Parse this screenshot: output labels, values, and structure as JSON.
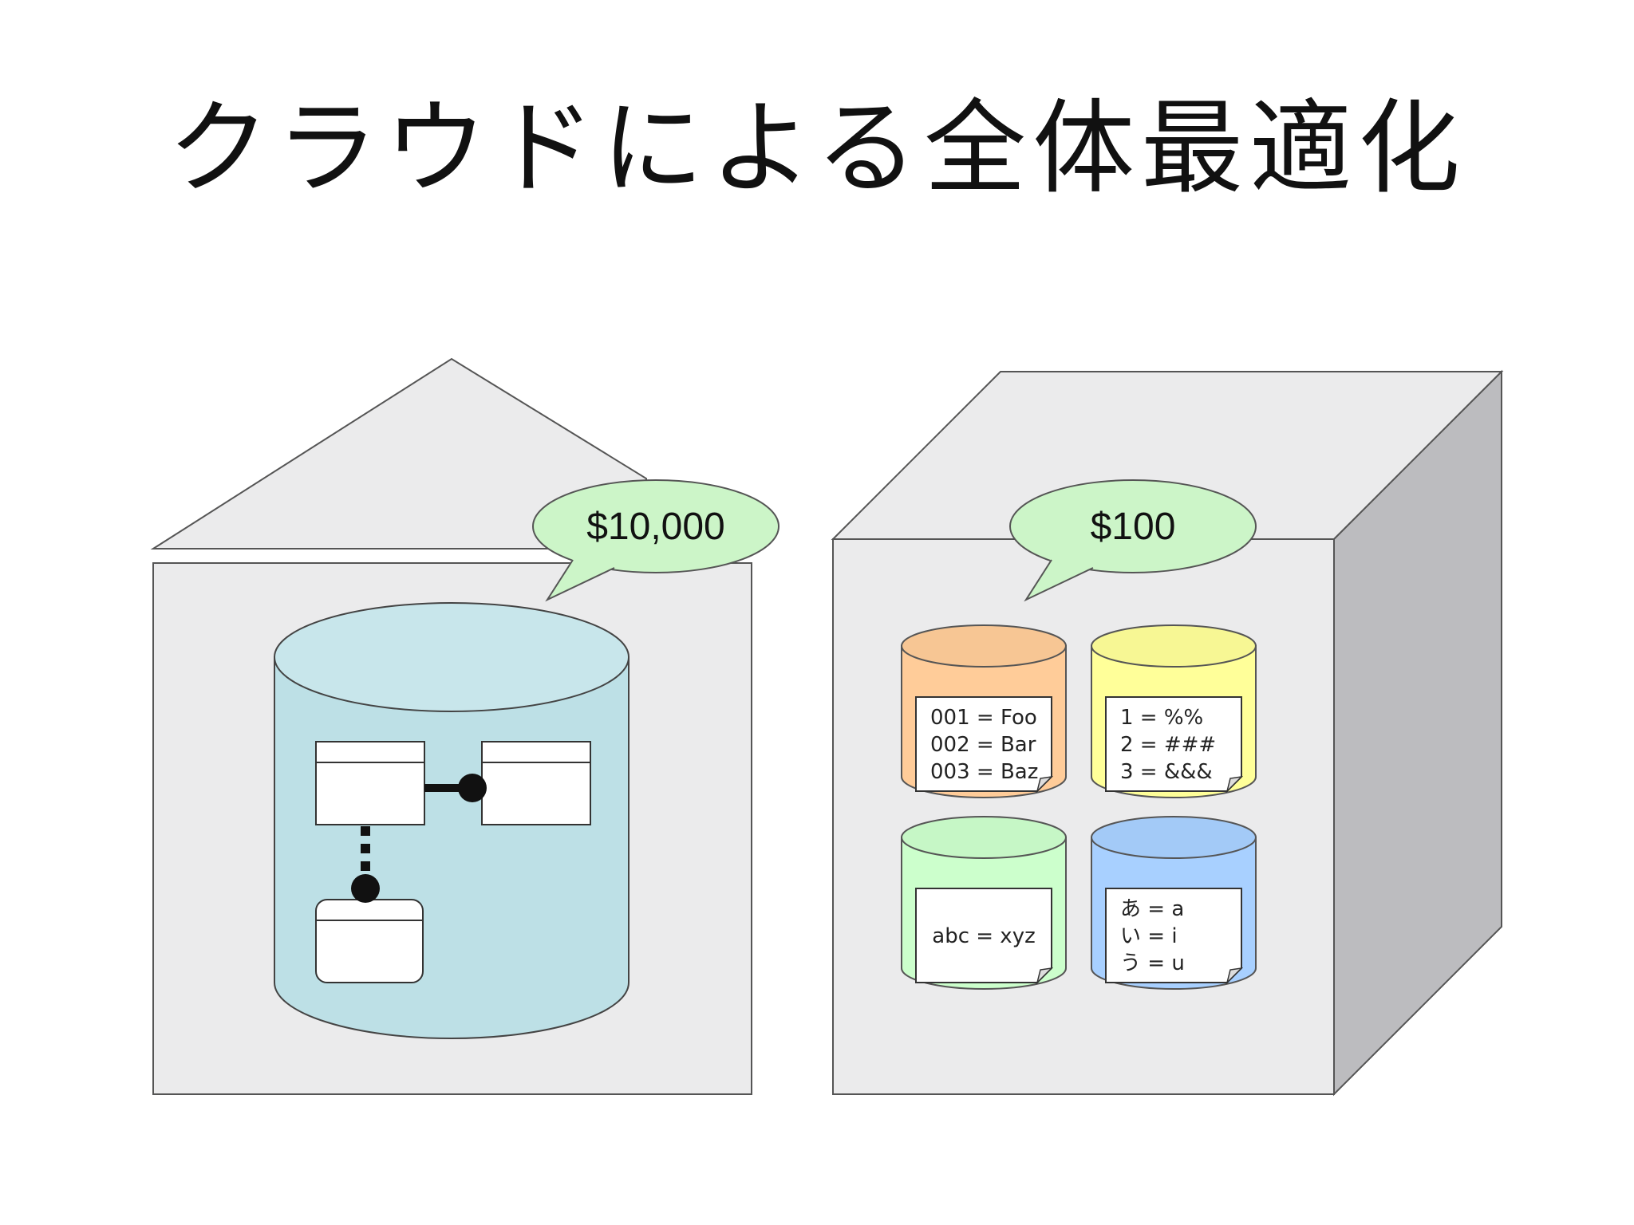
{
  "slide": {
    "title": "クラウドによる全体最適化"
  },
  "on_premise": {
    "cost": "$10,000"
  },
  "cloud": {
    "cost": "$100",
    "stores": [
      {
        "lines": [
          "001 = Foo",
          "002 = Bar",
          "003 = Baz"
        ],
        "color": "#ffcc99"
      },
      {
        "lines": [
          "1 = %%",
          "2 = ###",
          "3 = &&&"
        ],
        "color": "#ffff99"
      },
      {
        "lines": [
          "abc = xyz"
        ],
        "color": "#ccffcc"
      },
      {
        "lines": [
          "あ = a",
          "い = i",
          "う = u"
        ],
        "color": "#a8d0ff"
      }
    ]
  },
  "colors": {
    "house_fill": "#ebebec",
    "db_fill": "#bde0e6",
    "bubble_fill": "#ccf5c8",
    "cube_side": "#bcbcbf"
  }
}
